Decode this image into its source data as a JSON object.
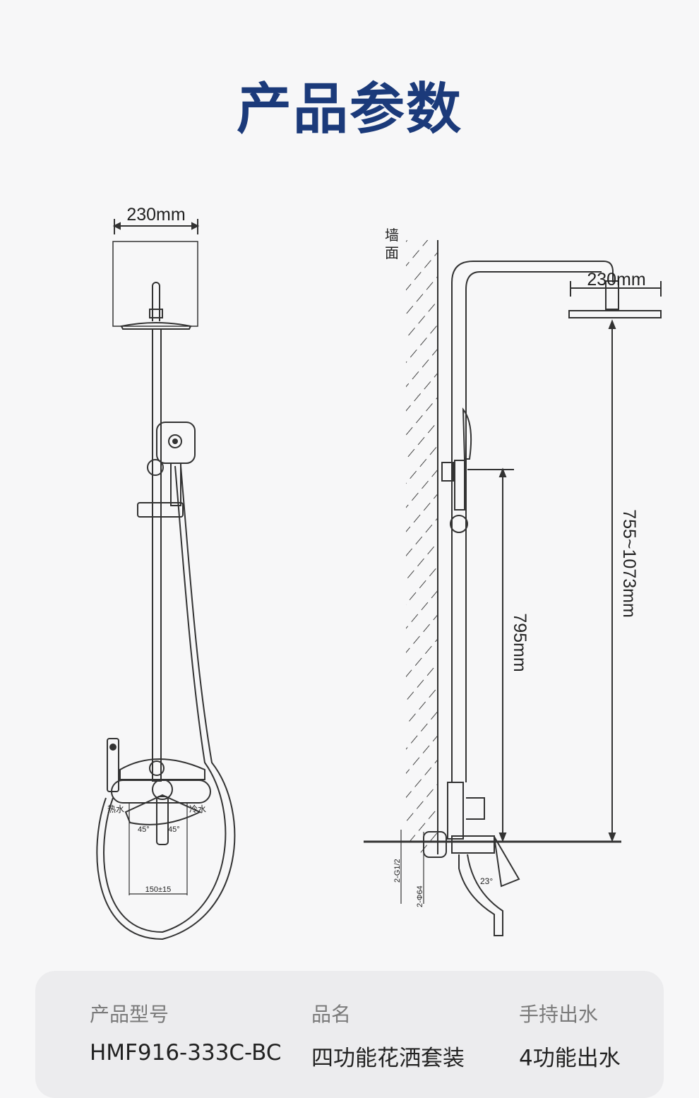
{
  "title": "产品参数",
  "front_view": {
    "head_width": "230mm",
    "hot_label": "热水",
    "cold_label": "冷水",
    "angle_left": "45°",
    "angle_right": "45°",
    "spacing": "150±15"
  },
  "side_view": {
    "wall_label": "墙面",
    "head_width": "230mm",
    "slider_height": "795mm",
    "head_height": "755~1073mm",
    "thread": "2-G1/2",
    "diameter": "2-Φ64",
    "handle_angle": "23°"
  },
  "specs": [
    {
      "label": "产品型号",
      "value": "HMF916-333C-BC"
    },
    {
      "label": "品名",
      "value": "四功能花洒套装"
    },
    {
      "label": "手持出水",
      "value": "4功能出水"
    }
  ]
}
